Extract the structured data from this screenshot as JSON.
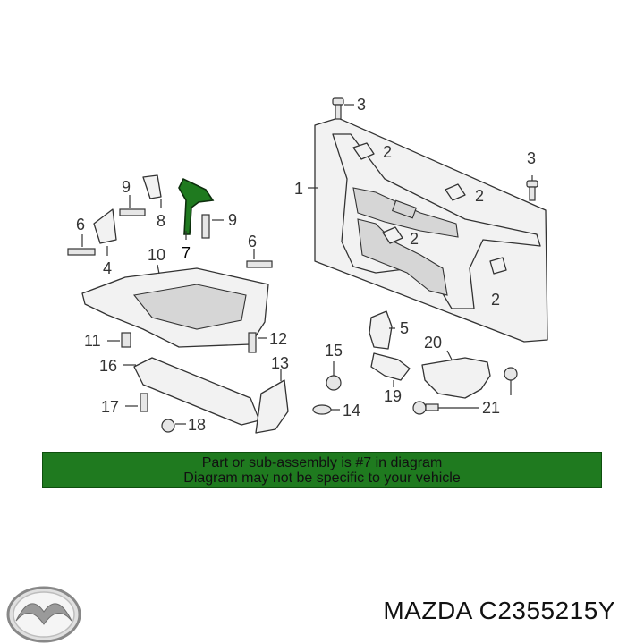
{
  "diagram": {
    "callouts": [
      {
        "label": "1"
      },
      {
        "label": "2"
      },
      {
        "label": "2"
      },
      {
        "label": "2"
      },
      {
        "label": "2"
      },
      {
        "label": "3"
      },
      {
        "label": "3"
      },
      {
        "label": "4"
      },
      {
        "label": "5"
      },
      {
        "label": "6"
      },
      {
        "label": "6"
      },
      {
        "label": "7"
      },
      {
        "label": "8"
      },
      {
        "label": "9"
      },
      {
        "label": "9"
      },
      {
        "label": "10"
      },
      {
        "label": "11"
      },
      {
        "label": "12"
      },
      {
        "label": "13"
      },
      {
        "label": "14"
      },
      {
        "label": "15"
      },
      {
        "label": "16"
      },
      {
        "label": "17"
      },
      {
        "label": "18"
      },
      {
        "label": "19"
      },
      {
        "label": "20"
      },
      {
        "label": "21"
      }
    ],
    "highlighted_part": "7",
    "highlight_color": "#1f7a1f"
  },
  "banner": {
    "line1": "Part or sub-assembly is #7 in diagram",
    "line2": "Diagram may not be specific to your vehicle",
    "background_color": "#1f7a1f"
  },
  "footer": {
    "brand_logo": "mazda-logo",
    "part_number_text": "MAZDA C2355215Y"
  }
}
